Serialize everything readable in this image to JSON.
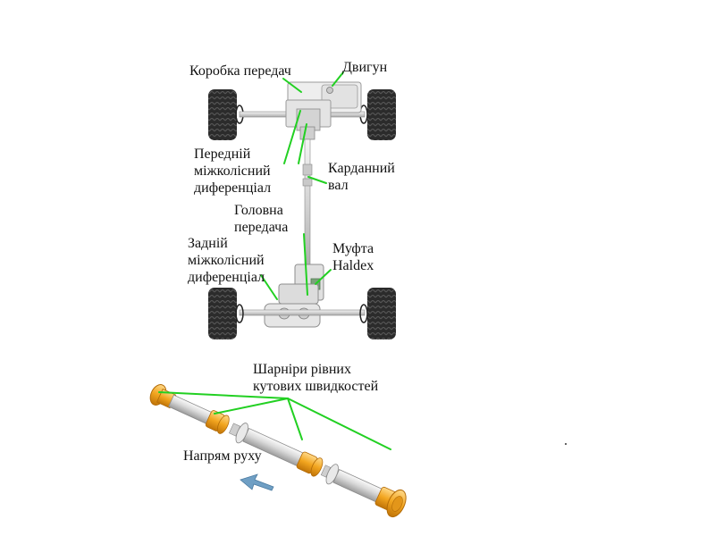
{
  "labels": {
    "gearbox": "Коробка передач",
    "engine": "Двигун",
    "front_diff": [
      "Передній",
      "міжколісний",
      "диференціал"
    ],
    "driveshaft": [
      "Карданний",
      "вал"
    ],
    "final_drive": [
      "Головна",
      "передача"
    ],
    "rear_diff": [
      "Задній",
      "міжколісний",
      "диференціал"
    ],
    "haldex": [
      "Муфта",
      "Haldex"
    ],
    "cv_joints": [
      "Шарніри рівних",
      "кутових швидкостей"
    ],
    "direction": "Напрям руху"
  },
  "colors": {
    "leader": "#22d022",
    "orange": "#f2a51f",
    "tire": "#2b2b2b",
    "metal": "#d6d6d6",
    "arrow": "#6f9fc4"
  }
}
